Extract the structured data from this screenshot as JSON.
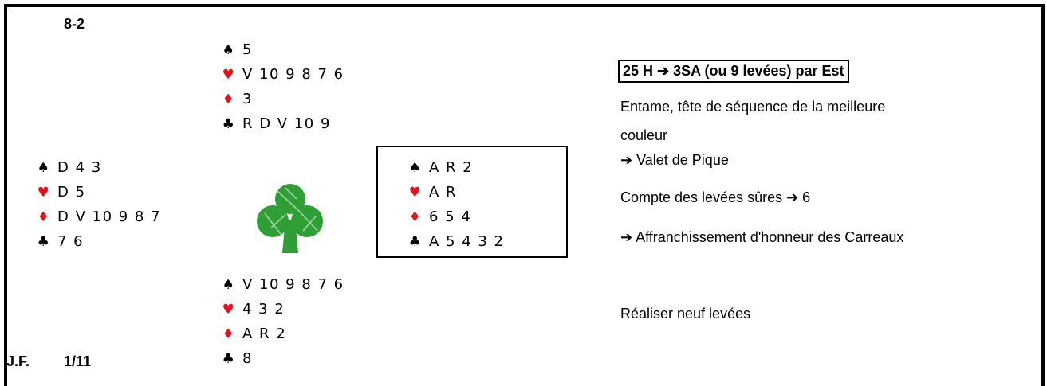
{
  "deal": {
    "number": "8-2",
    "author": "J.F.",
    "date": "1/11"
  },
  "north": [
    {
      "suit": "spade",
      "glyph": "♠",
      "color": "black",
      "cards": "5"
    },
    {
      "suit": "heart",
      "glyph": "♥",
      "color": "red",
      "cards": "V 10 9 8 7 6"
    },
    {
      "suit": "diamond",
      "glyph": "♦",
      "color": "red",
      "cards": "3"
    },
    {
      "suit": "club",
      "glyph": "♣",
      "color": "black",
      "cards": "R D V 10 9"
    }
  ],
  "west": [
    {
      "suit": "spade",
      "glyph": "♠",
      "color": "black",
      "cards": "D 4 3"
    },
    {
      "suit": "heart",
      "glyph": "♥",
      "color": "red",
      "cards": "D 5"
    },
    {
      "suit": "diamond",
      "glyph": "♦",
      "color": "red",
      "cards": "D V 10 9 8 7"
    },
    {
      "suit": "club",
      "glyph": "♣",
      "color": "black",
      "cards": "7 6"
    }
  ],
  "east": [
    {
      "suit": "spade",
      "glyph": "♠",
      "color": "black",
      "cards": "A R 2"
    },
    {
      "suit": "heart",
      "glyph": "♥",
      "color": "red",
      "cards": "A R"
    },
    {
      "suit": "diamond",
      "glyph": "♦",
      "color": "red",
      "cards": "6 5 4"
    },
    {
      "suit": "club",
      "glyph": "♣",
      "color": "black",
      "cards": "A 5 4 3 2"
    }
  ],
  "south": [
    {
      "suit": "spade",
      "glyph": "♠",
      "color": "black",
      "cards": "V 10 9 8 7 6"
    },
    {
      "suit": "heart",
      "glyph": "♥",
      "color": "red",
      "cards": "4 3 2"
    },
    {
      "suit": "diamond",
      "glyph": "♦",
      "color": "red",
      "cards": "A R 2"
    },
    {
      "suit": "club",
      "glyph": "♣",
      "color": "black",
      "cards": "8"
    }
  ],
  "notes": {
    "title": "25 H ➔ 3SA (ou 9 levées) par Est",
    "lead_line1": "Entame, tête de séquence de la meilleure",
    "lead_line2": "couleur",
    "lead_result": "➔ Valet de Pique",
    "count": "Compte des levées sûres ➔ 6",
    "plan": "➔ Affranchissement d'honneur des Carreaux",
    "goal": "Réaliser neuf levées"
  },
  "colors": {
    "red_suit": "#e0141e",
    "club_logo": "#2e9e35"
  }
}
